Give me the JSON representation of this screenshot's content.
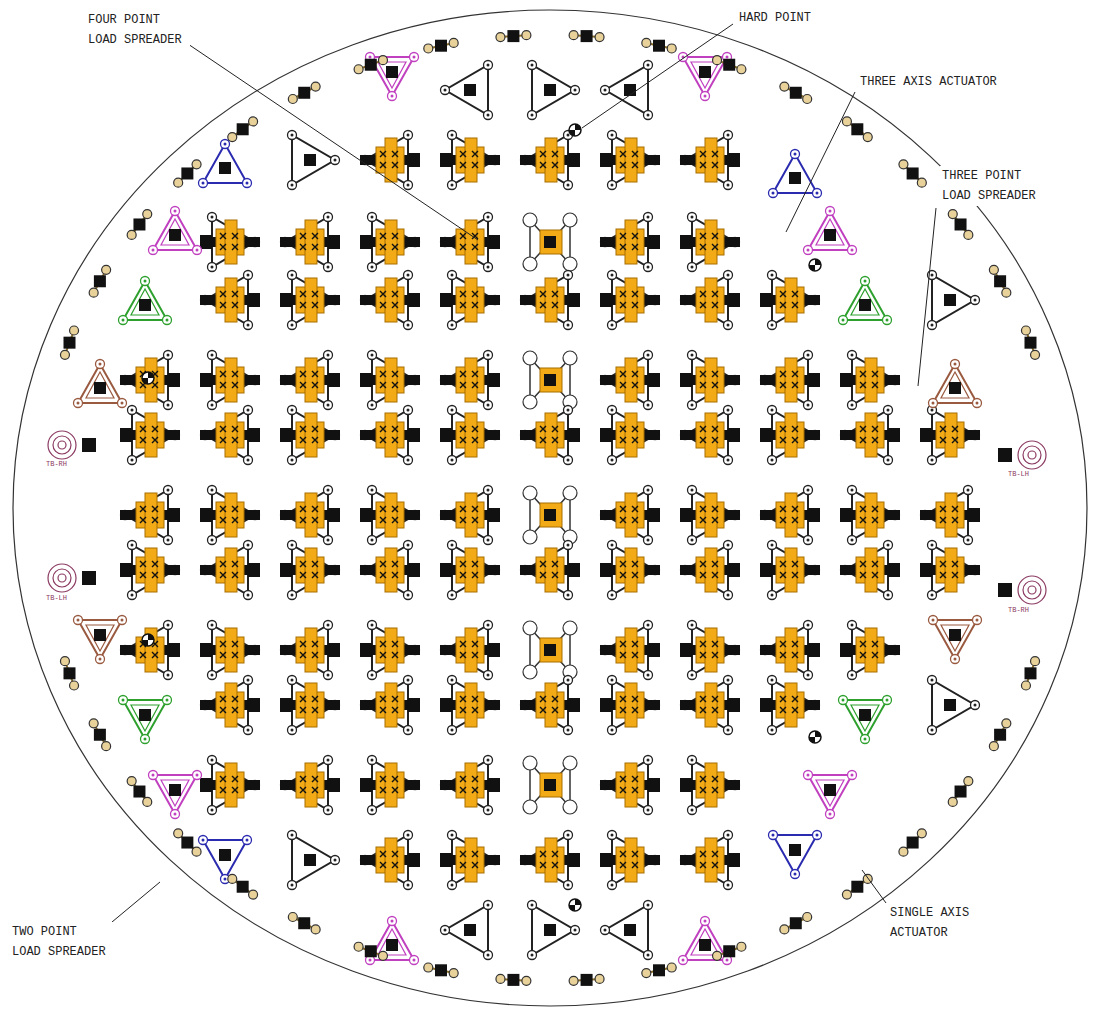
{
  "diagram": {
    "labels": [
      "FOUR POINT LOAD SPREADER",
      "HARD POINT",
      "THREE AXIS ACTUATOR",
      "THREE POINT LOAD SPREADER",
      "TWO POINT LOAD SPREADER",
      "SINGLE AXIS ACTUATOR",
      "TB-RH",
      "TB-LH",
      "TB-LH",
      "TB-RH"
    ]
  }
}
